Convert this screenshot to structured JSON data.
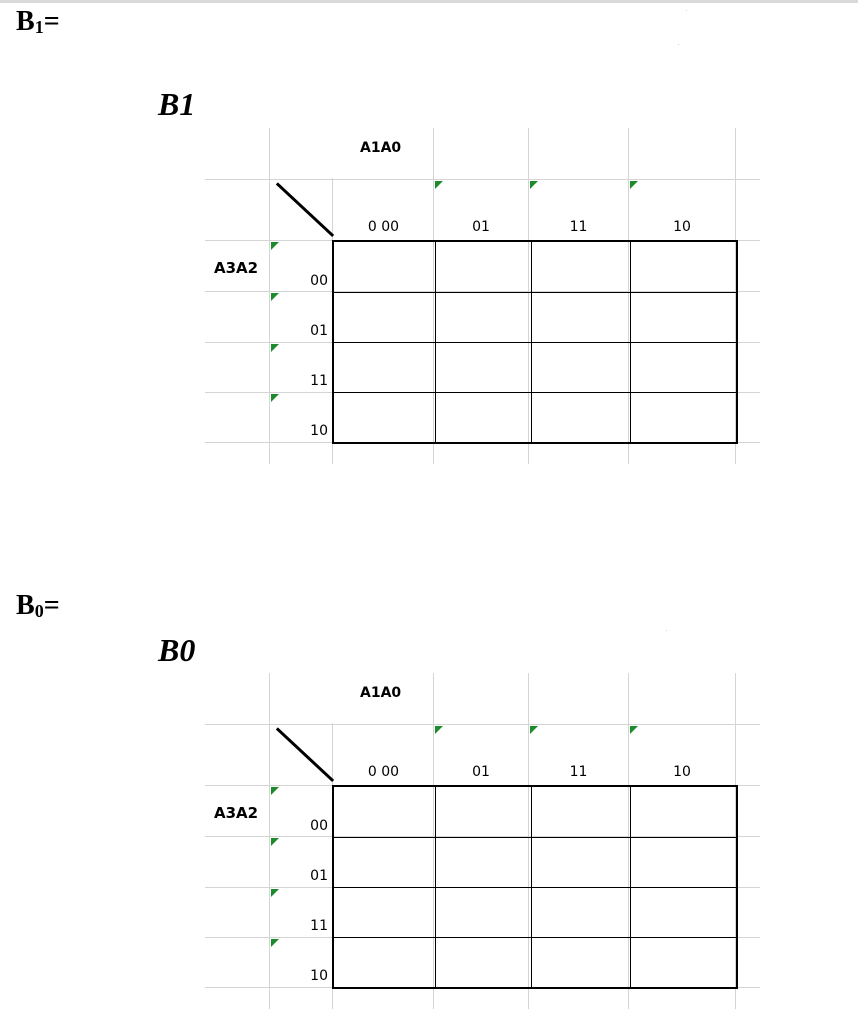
{
  "equations": [
    {
      "letter": "B",
      "sub": "1",
      "suffix": "="
    },
    {
      "letter": "B",
      "sub": "0",
      "suffix": "="
    }
  ],
  "kmaps": [
    {
      "title": "B1",
      "col_var_label": "A1A0",
      "row_var_label": "A3A2",
      "col_headers": [
        "0 00",
        "01",
        "11",
        "10"
      ],
      "row_headers": [
        "00",
        "01",
        "11",
        "10"
      ]
    },
    {
      "title": "B0",
      "col_var_label": "A1A0",
      "row_var_label": "A3A2",
      "col_headers": [
        "0 00",
        "01",
        "11",
        "10"
      ],
      "row_headers": [
        "00",
        "01",
        "11",
        "10"
      ]
    }
  ],
  "colors": {
    "comment_marker": "#1e8a2e",
    "gridline": "#d4d4d4",
    "border": "#000000"
  }
}
